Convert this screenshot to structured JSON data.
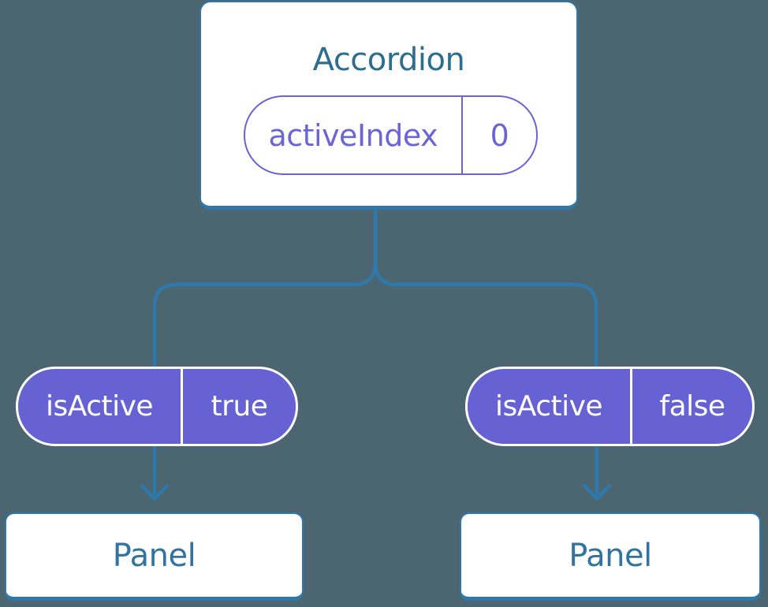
{
  "colors": {
    "background": "#4C6671",
    "card_fill": "#FFFFFF",
    "card_border": "#2E78AB",
    "connector": "#2E78AB",
    "accordion_title_text": "#2D6E8E",
    "panel_text": "#3173A1",
    "prop_pill_border": "#6963D6",
    "prop_pill_text": "#6B65D8",
    "state_pill_fill": "#6662D3",
    "state_pill_border": "#FFFFFF",
    "state_pill_text": "#FFFFFF"
  },
  "tree": {
    "root": {
      "title": "Accordion",
      "prop": {
        "name": "activeIndex",
        "value": "0"
      }
    },
    "children": [
      {
        "state": {
          "name": "isActive",
          "value": "true"
        },
        "panel_label": "Panel"
      },
      {
        "state": {
          "name": "isActive",
          "value": "false"
        },
        "panel_label": "Panel"
      }
    ]
  }
}
